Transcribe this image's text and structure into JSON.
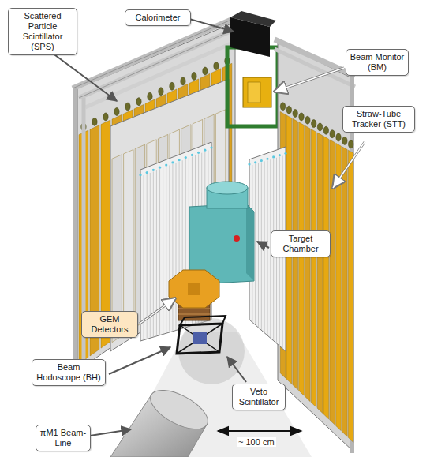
{
  "diagram": {
    "nodes": [
      {
        "text": [
          "Scattered Particle Scintillator (SPS)"
        ]
      },
      {
        "text": [
          "Calorimeter"
        ]
      },
      {
        "text": [
          "Beam Monitor (BM)"
        ]
      },
      {
        "text": [
          "Straw-Tube Tracker (STT)"
        ]
      },
      {
        "text": [
          "Target Chamber"
        ]
      },
      {
        "text": [
          "GEM Detectors"
        ]
      },
      {
        "text": [
          "Beam Hodoscope (BH)"
        ]
      },
      {
        "text": [
          "Veto Scintillator"
        ]
      },
      {
        "text": [
          "πM1 Beam-Line"
        ]
      }
    ],
    "labels": [
      "~ 100 cm"
    ]
  }
}
